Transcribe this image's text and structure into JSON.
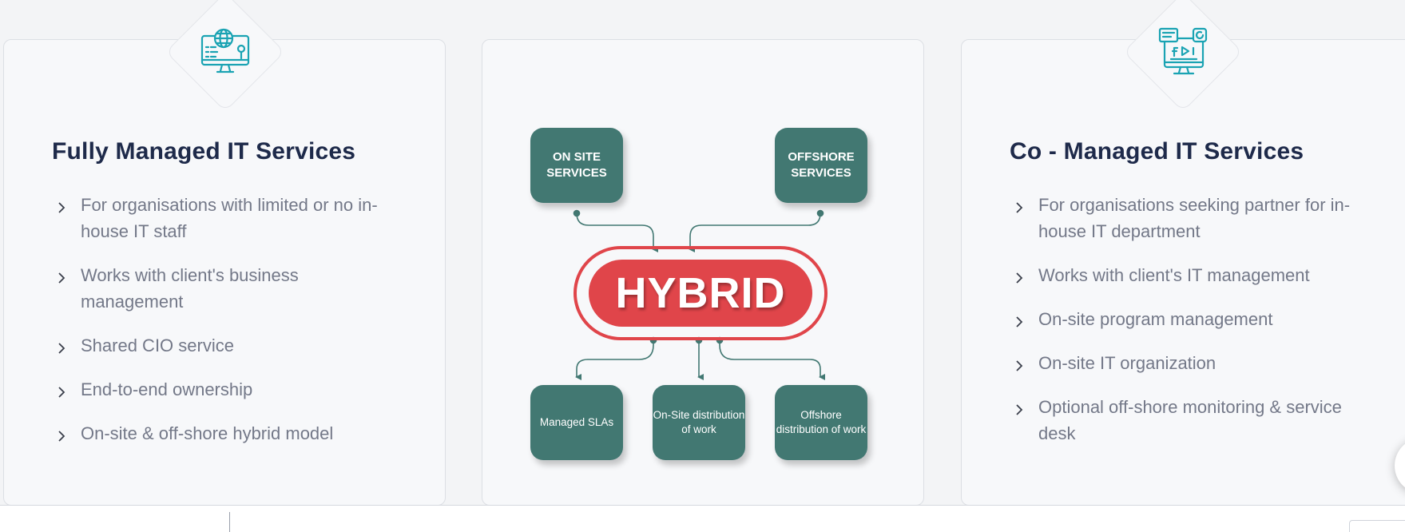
{
  "left_card": {
    "icon": "computer-globe-icon",
    "title": "Fully Managed IT Services",
    "bullets": [
      "For organisations with limited or no in-house IT staff",
      "Works with client's business management",
      "Shared CIO service",
      "End-to-end ownership",
      "On-site & off-shore hybrid model"
    ]
  },
  "diagram": {
    "top_left": "ON SITE SERVICES",
    "top_right": "OFFSHORE SERVICES",
    "center": "HYBRID",
    "bottom_left": "Managed SLAs",
    "bottom_center": "On-Site distribution of work",
    "bottom_right": "Offshore distribution of work",
    "colors": {
      "node": "#427872",
      "hybrid": "#e0454a"
    }
  },
  "right_card": {
    "icon": "monitor-media-icon",
    "title": "Co - Managed IT Services",
    "bullets": [
      "For organisations seeking partner for in-house IT department",
      "Works with client's IT management",
      "On-site program management",
      "On-site IT organization",
      "Optional off-shore monitoring & service desk"
    ]
  },
  "colors": {
    "accent": "#1aa3b3",
    "title": "#1e2a4a",
    "text": "#737888"
  }
}
